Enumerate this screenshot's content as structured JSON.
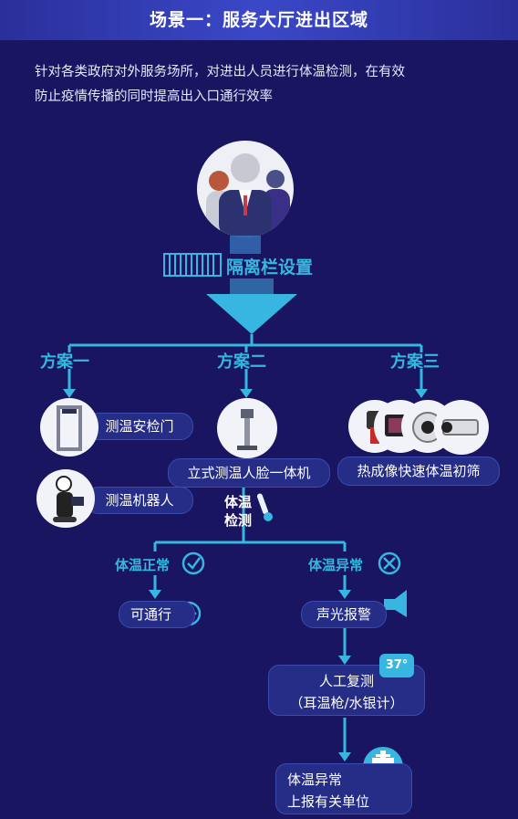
{
  "header": {
    "title": "场景一：服务大厅进出区域"
  },
  "intro": {
    "line1": "针对各类政府对外服务场所，对进出人员进行体温检测，在有效",
    "line2": "防止疫情传播的同时提高出入口通行效率"
  },
  "barrier": {
    "label": "隔离栏设置"
  },
  "plans": {
    "p1": "方案一",
    "p2": "方案二",
    "p3": "方案三"
  },
  "plan1": {
    "item1": "测温安检门",
    "item2": "测温机器人"
  },
  "plan2": {
    "item1": "立式测温人脸一体机",
    "detect_line1": "体温",
    "detect_line2": "检测"
  },
  "plan3": {
    "item1": "热成像快速体温初筛"
  },
  "branches": {
    "normal": "体温正常",
    "abnormal": "体温异常"
  },
  "outcomes": {
    "pass": "可通行",
    "alarm": "声光报警",
    "recheck_line1": "人工复测",
    "recheck_line2": "（耳温枪/水银计）",
    "report_line1": "体温异常",
    "report_line2": "上报有关单位"
  },
  "badge": {
    "temp": "37°"
  },
  "colors": {
    "background": "#1a1560",
    "accent": "#34b8e0",
    "panel": "#252d86"
  }
}
